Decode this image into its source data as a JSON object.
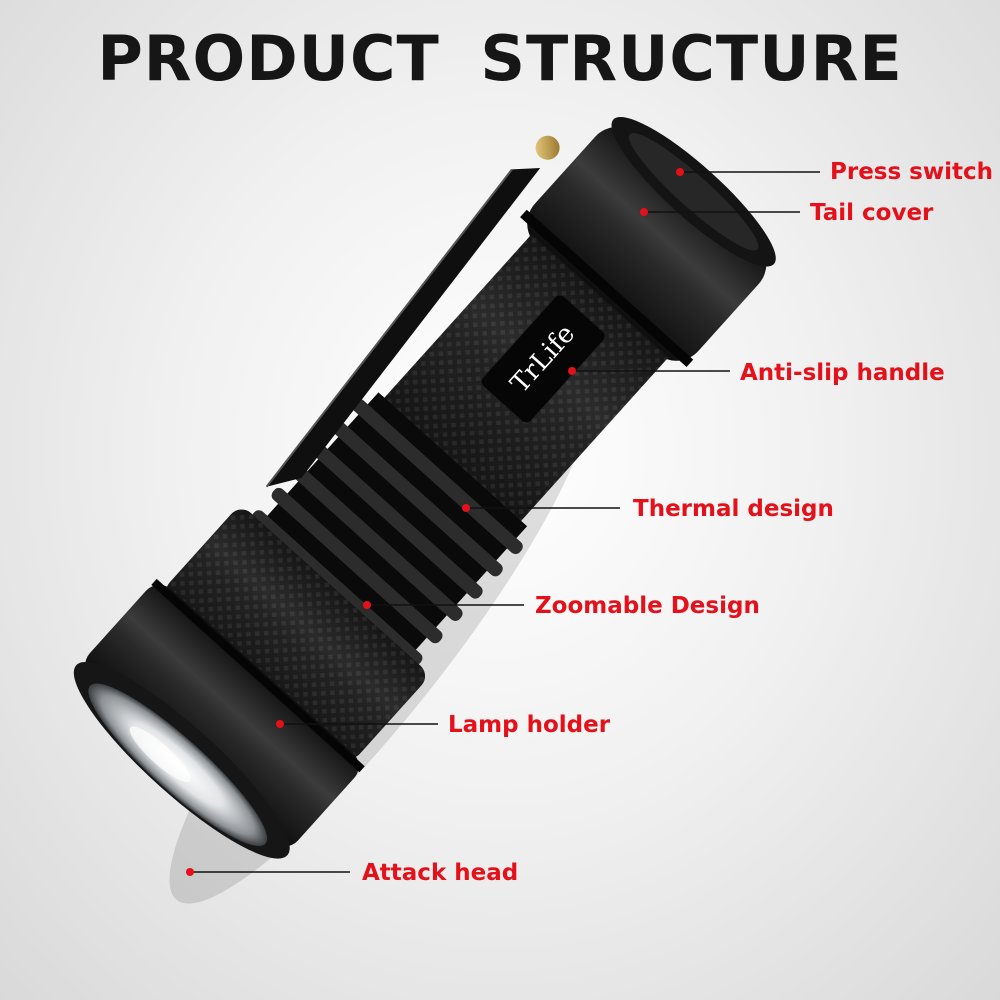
{
  "title": "PRODUCT  STRUCTURE",
  "brand_text": "TrLife",
  "colors": {
    "accent": "#e4101a",
    "title": "#161616",
    "body": "#141414"
  },
  "callouts": [
    {
      "label": "Press switch"
    },
    {
      "label": "Tail cover"
    },
    {
      "label": "Anti-slip handle"
    },
    {
      "label": "Thermal design"
    },
    {
      "label": "Zoomable Design"
    },
    {
      "label": "Lamp holder"
    },
    {
      "label": "Attack head"
    }
  ]
}
